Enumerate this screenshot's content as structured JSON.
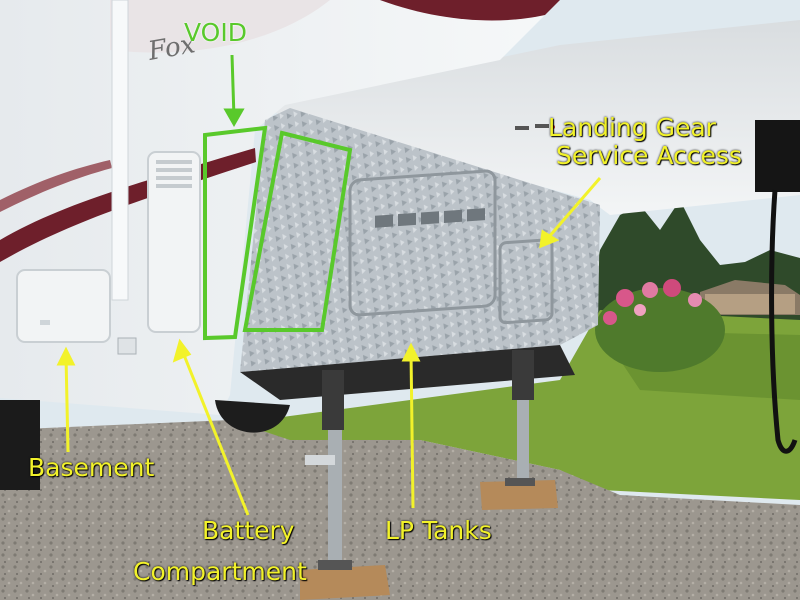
{
  "labels": {
    "void": "VOID",
    "landing_gear_line1": "Landing Gear",
    "landing_gear_line2": "Service Access",
    "basement": "Basement",
    "battery_line1": "Battery",
    "battery_line2": "Compartment",
    "lp_tanks": "LP Tanks"
  },
  "brand_lettering": "Fox",
  "colors": {
    "label_yellow": "#f2f22a",
    "void_green": "#59c92b",
    "trailer_white": "#eef1f3",
    "stripe_maroon": "#6e1f2b",
    "diamond_plate": "#b9c0c6",
    "grass": "#7da43a",
    "gravel": "#9a958c",
    "sky": "#dfe9ef"
  }
}
